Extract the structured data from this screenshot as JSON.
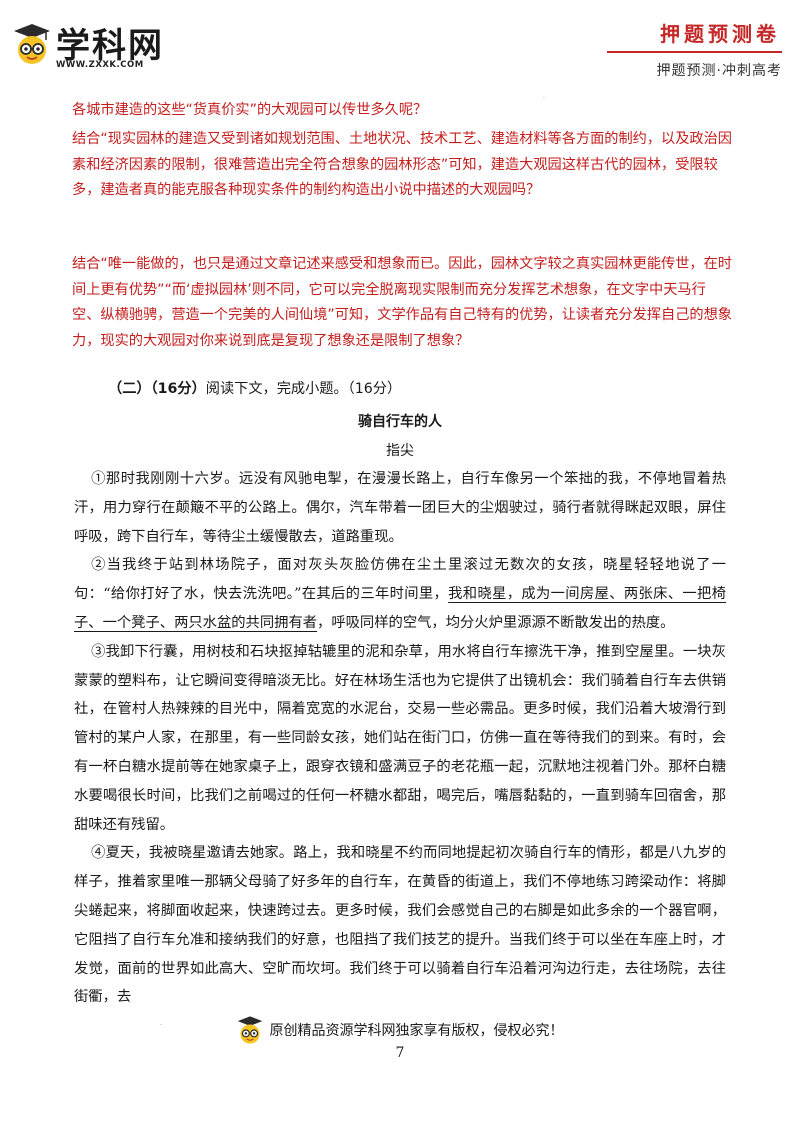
{
  "header": {
    "logo_name": "学科网",
    "logo_url": "WWW.ZXXK.COM",
    "brand_title": "押题预测卷",
    "brand_subtitle": "押题预测·冲刺高考"
  },
  "questions": {
    "q1": "各城市建造的这些“货真价实”的大观园可以传世多久呢？",
    "q2": "结合“现实园林的建造又受到诸如规划范围、土地状况、技术工艺、建造材料等各方面的制约，以及政治因素和经济因素的限制，很难营造出完全符合想象的园林形态”可知，建造大观园这样古代的园林，受限较多，建造者真的能克服各种现实条件的制约构造出小说中描述的大观园吗？",
    "q3": "结合“唯一能做的，也只是通过文章记述来感受和想象而已。因此，园林文字较之真实园林更能传世，在时间上更有优势”“而‘虚拟园林’则不同，它可以完全脱离现实限制而充分发挥艺术想象，在文字中天马行空、纵横驰骋，营造一个完美的人间仙境”可知，文学作品有自己特有的优势，让读者充分发挥自己的想象力，现实的大观园对你来说到底是复现了想象还是限制了想象？"
  },
  "section": {
    "label": "（二）（16分）",
    "instruction": "阅读下文，完成小题。（16分）"
  },
  "article": {
    "title": "骑自行车的人",
    "author": "指尖",
    "p1": "①那时我刚刚十六岁。远没有风驰电掣，在漫漫长路上，自行车像另一个笨拙的我，不停地冒着热汗，用力穿行在颠簸不平的公路上。偶尔，汽车带着一团巨大的尘烟驶过，骑行者就得眯起双眼，屏住呼吸，跨下自行车，等待尘土缓慢散去，道路重现。",
    "p2_a": "②当我终于站到林场院子，面对灰头灰脸仿佛在尘土里滚过无数次的女孩，晓星轻轻地说了一句：“给你打好了水，快去洗洗吧。”在其后的三年时间里，",
    "p2_underline": "我和晓星，成为一间房屋、两张床、一把椅子、一个凳子、两只水盆的共同拥有者",
    "p2_b": "，呼吸同样的空气，均分火炉里源源不断散发出的热度。",
    "p3": "③我卸下行囊，用树枝和石块抠掉轱辘里的泥和杂草，用水将自行车擦洗干净，推到空屋里。一块灰蒙蒙的塑料布，让它瞬间变得暗淡无比。好在林场生活也为它提供了出镜机会：我们骑着自行车去供销社，在管村人热辣辣的目光中，隔着宽宽的水泥台，交易一些必需品。更多时候，我们沿着大坡滑行到管村的某户人家，在那里，有一些同龄女孩，她们站在街门口，仿佛一直在等待我们的到来。有时，会有一杯白糖水提前等在她家桌子上，跟穿衣镜和盛满豆子的老花瓶一起，沉默地注视着门外。那杯白糖水要喝很长时间，比我们之前喝过的任何一杯糖水都甜，喝完后，嘴唇黏黏的，一直到骑车回宿舍，那甜味还有残留。",
    "p4": "④夏天，我被晓星邀请去她家。路上，我和晓星不约而同地提起初次骑自行车的情形，都是八九岁的样子，推着家里唯一那辆父母骑了好多年的自行车，在黄昏的街道上，我们不停地练习跨梁动作：将脚尖蜷起来，将脚面收起来，快速跨过去。更多时候，我们会感觉自己的右脚是如此多余的一个器官啊，它阻挡了自行车允准和接纳我们的好意，也阻挡了我们技艺的提升。当我们终于可以坐在车座上时，才发觉，面前的世界如此高大、空旷而坎坷。我们终于可以骑着自行车沿着河沟边行走，去往场院，去往街衢，去"
  },
  "footer": {
    "copyright": "原创精品资源学科网独家享有版权，侵权必究！",
    "page_number": "7"
  }
}
